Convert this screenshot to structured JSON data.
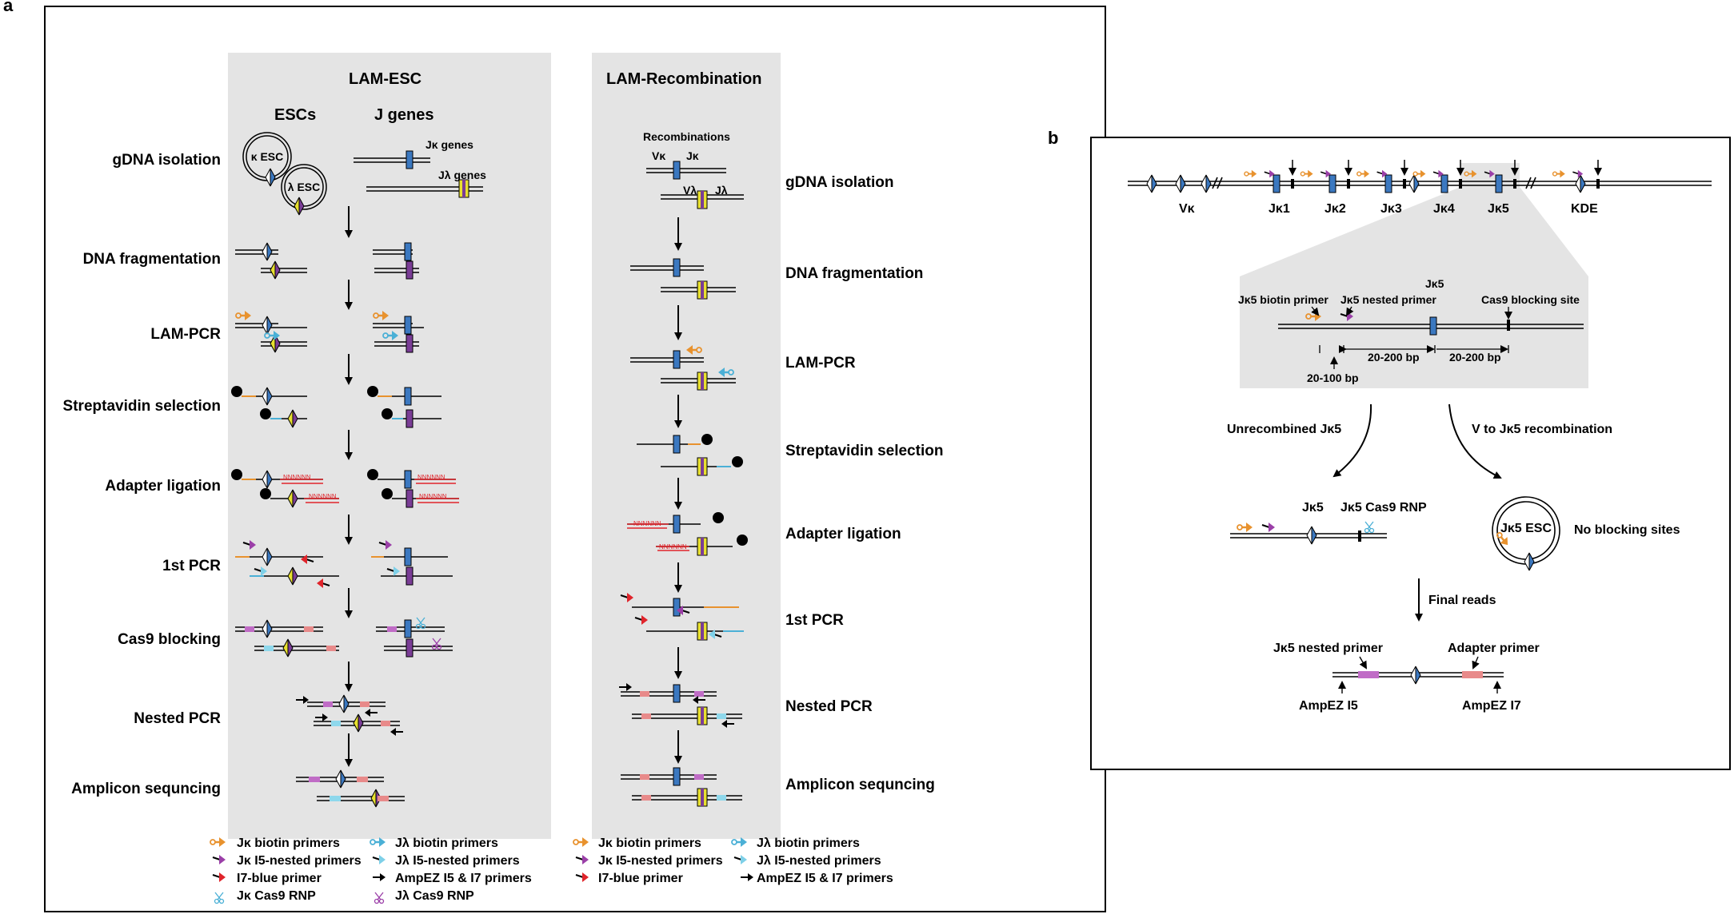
{
  "panel_a": {
    "label": "a",
    "esc": {
      "title": "LAM-ESC",
      "col_escs": "ESCs",
      "col_jgenes": "J genes",
      "kappa_esc": "κ ESC",
      "lambda_esc": "λ ESC",
      "jk_genes": "Jκ genes",
      "jl_genes": "Jλ genes",
      "steps": [
        "gDNA isolation",
        "DNA fragmentation",
        "LAM-PCR",
        "Streptavidin selection",
        "Adapter ligation",
        "1st PCR",
        "Cas9 blocking",
        "Nested  PCR",
        "Amplicon sequncing"
      ],
      "legend": [
        "Jκ biotin primers",
        "Jλ biotin primers",
        "Jκ I5-nested primers",
        "Jλ I5-nested primers",
        "I7-blue primer",
        "AmpEZ I5 & I7 primers",
        "Jκ Cas9 RNP",
        "Jλ Cas9 RNP"
      ]
    },
    "rec": {
      "title": "LAM-Recombination",
      "recombinations": "Recombinations",
      "vk": "Vκ",
      "jk": "Jκ",
      "vl": "Vλ",
      "jl": "Jλ",
      "steps": [
        "gDNA isolation",
        "DNA fragmentation",
        "LAM-PCR",
        "Streptavidin selection",
        "Adapter ligation",
        "1st PCR",
        "Nested  PCR",
        "Amplicon sequncing"
      ],
      "legend": [
        "Jκ biotin primers",
        "Jλ biotin primers",
        "Jκ I5-nested primers",
        "Jλ I5-nested primers",
        "I7-blue primer",
        "AmpEZ I5 & I7 primers"
      ]
    },
    "adapter_text": "NNNNNN"
  },
  "panel_b": {
    "label": "b",
    "locus_labels": [
      "Vκ",
      "Jκ1",
      "Jκ2",
      "Jκ3",
      "Jκ4",
      "Jκ5",
      "KDE"
    ],
    "zoom": {
      "title": "Jκ5",
      "biotin_primer": "Jκ5 biotin primer",
      "nested_primer": "Jκ5 nested primer",
      "cas9_site": "Cas9 blocking site",
      "dist_a": "20-100 bp",
      "dist_b": "20-200 bp",
      "dist_c": "20-200 bp"
    },
    "unrecombined": "Unrecombined Jκ5",
    "v_to_j": "V to Jκ5 recombination",
    "jk5": "Jκ5",
    "jk5_cas9": "Jκ5 Cas9 RNP",
    "jk5_esc": "Jκ5 ESC",
    "no_blocking": "No blocking sites",
    "final_reads": "Final reads",
    "nested_primer_label": "Jκ5 nested primer",
    "adapter_primer": "Adapter primer",
    "ampez_i5": "AmpEZ I5",
    "ampez_i7": "AmpEZ I7"
  },
  "colors": {
    "orange": "#e8922e",
    "purple": "#9b3fa8",
    "cyan": "#4bb0d6",
    "red": "#e0242b",
    "blue_gene": "#3b78c0",
    "yellow_gene": "#e8e030",
    "panel_gray": "#e4e4e4"
  }
}
